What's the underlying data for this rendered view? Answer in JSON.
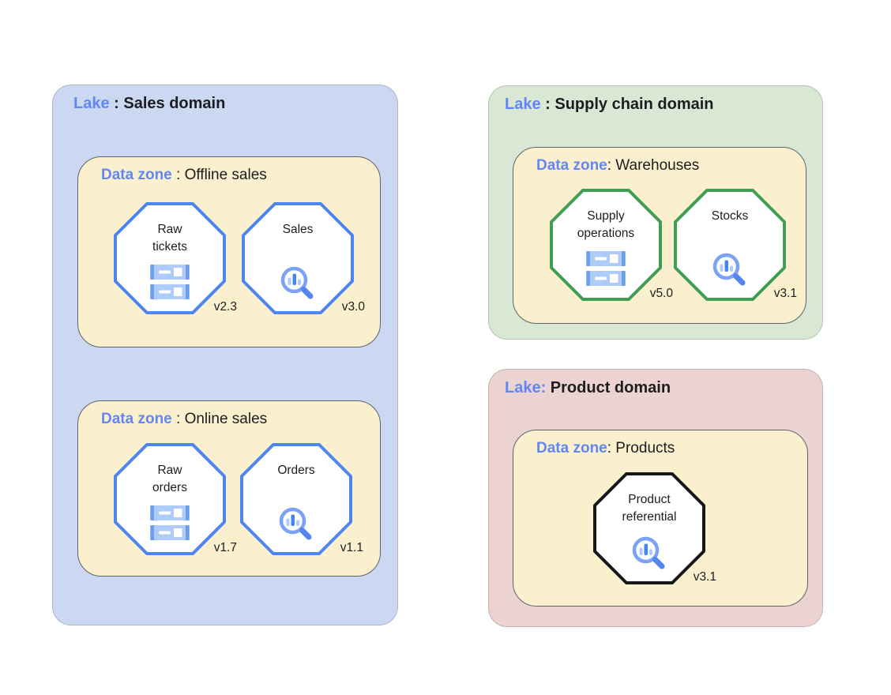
{
  "colors": {
    "lake-blue-bg": "#ccd7f2",
    "lake-green-bg": "#d9e8d5",
    "lake-pink-bg": "#ead3d1",
    "zone-yellow-bg": "#faf0ce",
    "zone-border": "#5f6368",
    "accent-blue-text": "#6286f4",
    "text-black": "#1c1d1f",
    "octagon-blue": "#4d86f3",
    "octagon-green": "#3f9e54",
    "octagon-black": "#17181a",
    "icon-light-blue": "#aecbfa",
    "icon-mid-blue": "#6d9eeb",
    "icon-dark-blue": "#4285f4",
    "icon-ring-blue": "#7aa3f7",
    "icon-handle-blue": "#5586ef"
  },
  "lakes": {
    "sales": {
      "title": {
        "highlight": "Lake",
        "rest": " : Sales domain"
      },
      "zones": {
        "offline": {
          "title": {
            "highlight": "Data zone",
            "rest": " : Offline sales"
          },
          "assets": {
            "raw_tickets": {
              "label": "Raw\ntickets",
              "version": "v2.3",
              "icon": "server-icon"
            },
            "sales": {
              "label": "Sales",
              "version": "v3.0",
              "icon": "search-chart-icon"
            }
          }
        },
        "online": {
          "title": {
            "highlight": "Data zone",
            "rest": " : Online sales"
          },
          "assets": {
            "raw_orders": {
              "label": "Raw\norders",
              "version": "v1.7",
              "icon": "server-icon"
            },
            "orders": {
              "label": "Orders",
              "version": "v1.1",
              "icon": "search-chart-icon"
            }
          }
        }
      }
    },
    "supply_chain": {
      "title": {
        "highlight": "Lake",
        "rest": " : Supply chain domain"
      },
      "zones": {
        "warehouses": {
          "title": {
            "highlight": "Data zone",
            "rest": ": Warehouses"
          },
          "assets": {
            "supply_operations": {
              "label": "Supply\noperations",
              "version": "v5.0",
              "icon": "server-icon"
            },
            "stocks": {
              "label": "Stocks",
              "version": "v3.1",
              "icon": "search-chart-icon"
            }
          }
        }
      }
    },
    "product": {
      "title": {
        "highlight": "Lake:",
        "rest": " Product domain"
      },
      "zones": {
        "products": {
          "title": {
            "highlight": "Data zone",
            "rest": ": Products"
          },
          "assets": {
            "product_referential": {
              "label": "Product\nreferential",
              "version": "v3.1",
              "icon": "search-chart-icon"
            }
          }
        }
      }
    }
  }
}
